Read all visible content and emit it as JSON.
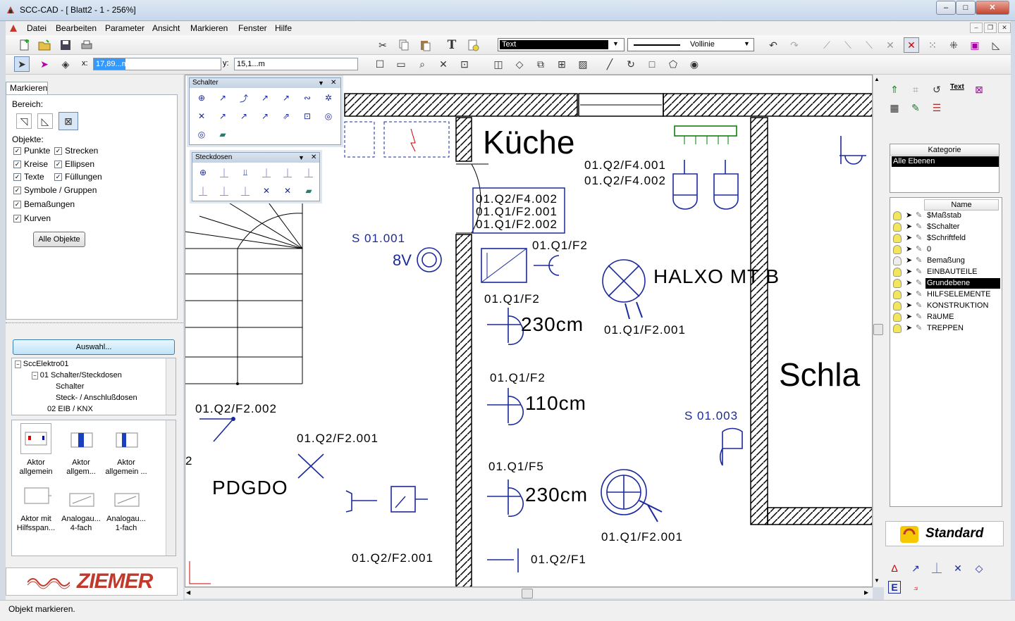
{
  "window": {
    "title": "SCC-CAD - [ Blatt2 - 1 - 256%]",
    "buttons": [
      "–",
      "□",
      "✕"
    ]
  },
  "menu": [
    "Datei",
    "Bearbeiten",
    "Parameter",
    "Ansicht",
    "Markieren",
    "Fenster",
    "Hilfe"
  ],
  "toolbar": {
    "text_style": "Text",
    "line_style": "Vollinie",
    "x_label": "x:",
    "x_value": "17,89...m",
    "y_label": "y:",
    "y_value": "15,1...m"
  },
  "left": {
    "tab": "Markieren",
    "bereich_label": "Bereich:",
    "objekte_label": "Objekte:",
    "checks": [
      {
        "label": "Punkte",
        "checked": true
      },
      {
        "label": "Strecken",
        "checked": true
      },
      {
        "label": "Kreise",
        "checked": true
      },
      {
        "label": "Ellipsen",
        "checked": true
      },
      {
        "label": "Texte",
        "checked": true
      },
      {
        "label": "Füllungen",
        "checked": true
      },
      {
        "label": "Symbole / Gruppen",
        "checked": true
      },
      {
        "label": "Bemaßungen",
        "checked": true
      },
      {
        "label": "Kurven",
        "checked": true
      }
    ],
    "all_button": "Alle Objekte",
    "select_button": "Auswahl...",
    "tree": [
      "SccElektro01",
      "01 Schalter/Steckdosen",
      "Schalter",
      "Steck- / Anschlußdosen",
      "02 EIB / KNX"
    ],
    "symbols": [
      {
        "l1": "Aktor",
        "l2": "allgemein"
      },
      {
        "l1": "Aktor",
        "l2": "allgem..."
      },
      {
        "l1": "Aktor",
        "l2": "allgemein ..."
      },
      {
        "l1": "Aktor mit",
        "l2": "Hilfsspan..."
      },
      {
        "l1": "Analogau...",
        "l2": "4-fach"
      },
      {
        "l1": "Analogau...",
        "l2": "1-fach"
      }
    ],
    "logo": "ZIEMER"
  },
  "palettes": {
    "schalter": "Schalter",
    "steckdosen": "Steckdosen"
  },
  "drawing": {
    "room1": "Küche",
    "room2": "Schla",
    "labels": [
      "01.Q2/F4.001",
      "01.Q2/F4.002",
      "01.Q2/F4.002",
      "01.Q1/F2.001",
      "01.Q1/F2.002",
      "S 01.001",
      "8V",
      "01.Q1/F2",
      "HALXO MT B",
      "01.Q1/F2",
      "230cm",
      "01.Q1/F2.001",
      "01.Q1/F2",
      "110cm",
      "S 01.003",
      "01.Q2/F2.002",
      "01.Q2/F2.001",
      "2",
      "PDGDO",
      "01.Q1/F5",
      "230cm",
      "01.Q1/F2.001",
      "01.Q2/F2.001",
      "01.Q2/F1"
    ]
  },
  "right": {
    "kategorie_header": "Kategorie",
    "kategorie_value": "Alle Ebenen",
    "name_header": "Name",
    "layers": [
      "$Maßstab",
      "$Schalter",
      "$Schriftfeld",
      "0",
      "Bemaßung",
      "EINBAUTEILE",
      "Grundebene",
      "HILFSELEMENTE",
      "KONSTRUKTION",
      "RäUME",
      "TREPPEN"
    ],
    "selected_layer": "Grundebene",
    "standard": "Standard",
    "text_icon": "Text"
  },
  "status": "Objekt markieren."
}
